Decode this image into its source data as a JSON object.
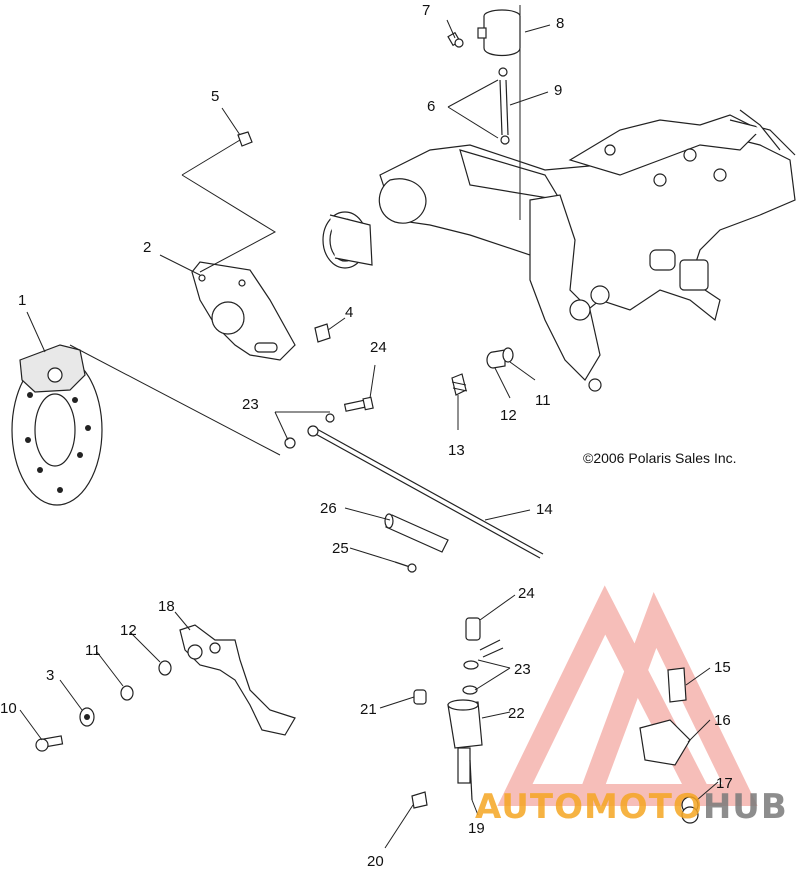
{
  "copyright": "©2006 Polaris Sales Inc.",
  "callouts": [
    "1",
    "2",
    "3",
    "4",
    "5",
    "6",
    "7",
    "8",
    "9",
    "10",
    "11",
    "11",
    "12",
    "12",
    "13",
    "14",
    "15",
    "16",
    "17",
    "18",
    "19",
    "20",
    "21",
    "22",
    "23",
    "23",
    "24",
    "24",
    "25",
    "26"
  ],
  "watermark": {
    "part1": "AUTOMOTO",
    "part2": "HUB",
    "color_orange": "#f5a623",
    "color_red": "#e8392e",
    "color_gray": "#7a7a7a"
  }
}
